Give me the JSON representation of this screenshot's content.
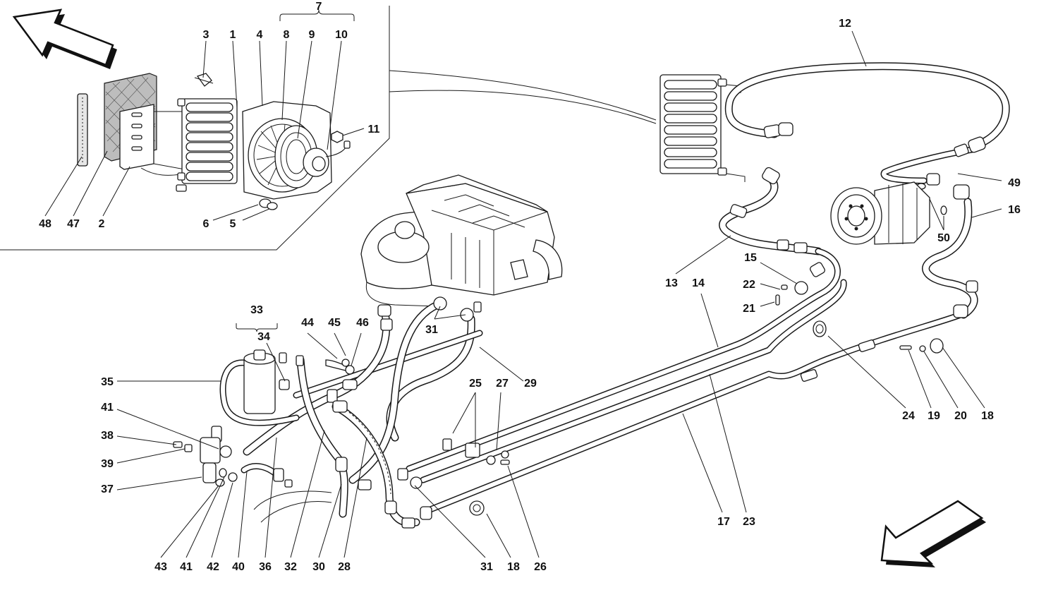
{
  "callouts": {
    "c1": "1",
    "c2": "2",
    "c3": "3",
    "c4": "4",
    "c5": "5",
    "c6": "6",
    "c7": "7",
    "c8": "8",
    "c9": "9",
    "c10": "10",
    "c11": "11",
    "c12": "12",
    "c13": "13",
    "c14": "14",
    "c15": "15",
    "c16": "16",
    "c17": "17",
    "c18a": "18",
    "c18b": "18",
    "c19": "19",
    "c20": "20",
    "c21": "21",
    "c22": "22",
    "c23": "23",
    "c24": "24",
    "c25": "25",
    "c26": "26",
    "c27": "27",
    "c28": "28",
    "c29": "29",
    "c30": "30",
    "c31a": "31",
    "c31b": "31",
    "c32": "32",
    "c33": "33",
    "c34": "34",
    "c35": "35",
    "c36": "36",
    "c37": "37",
    "c38": "38",
    "c39": "39",
    "c40": "40",
    "c41a": "41",
    "c41b": "41",
    "c42": "42",
    "c43": "43",
    "c44": "44",
    "c45": "45",
    "c46": "46",
    "c47": "47",
    "c48": "48",
    "c49": "49",
    "c50": "50"
  }
}
